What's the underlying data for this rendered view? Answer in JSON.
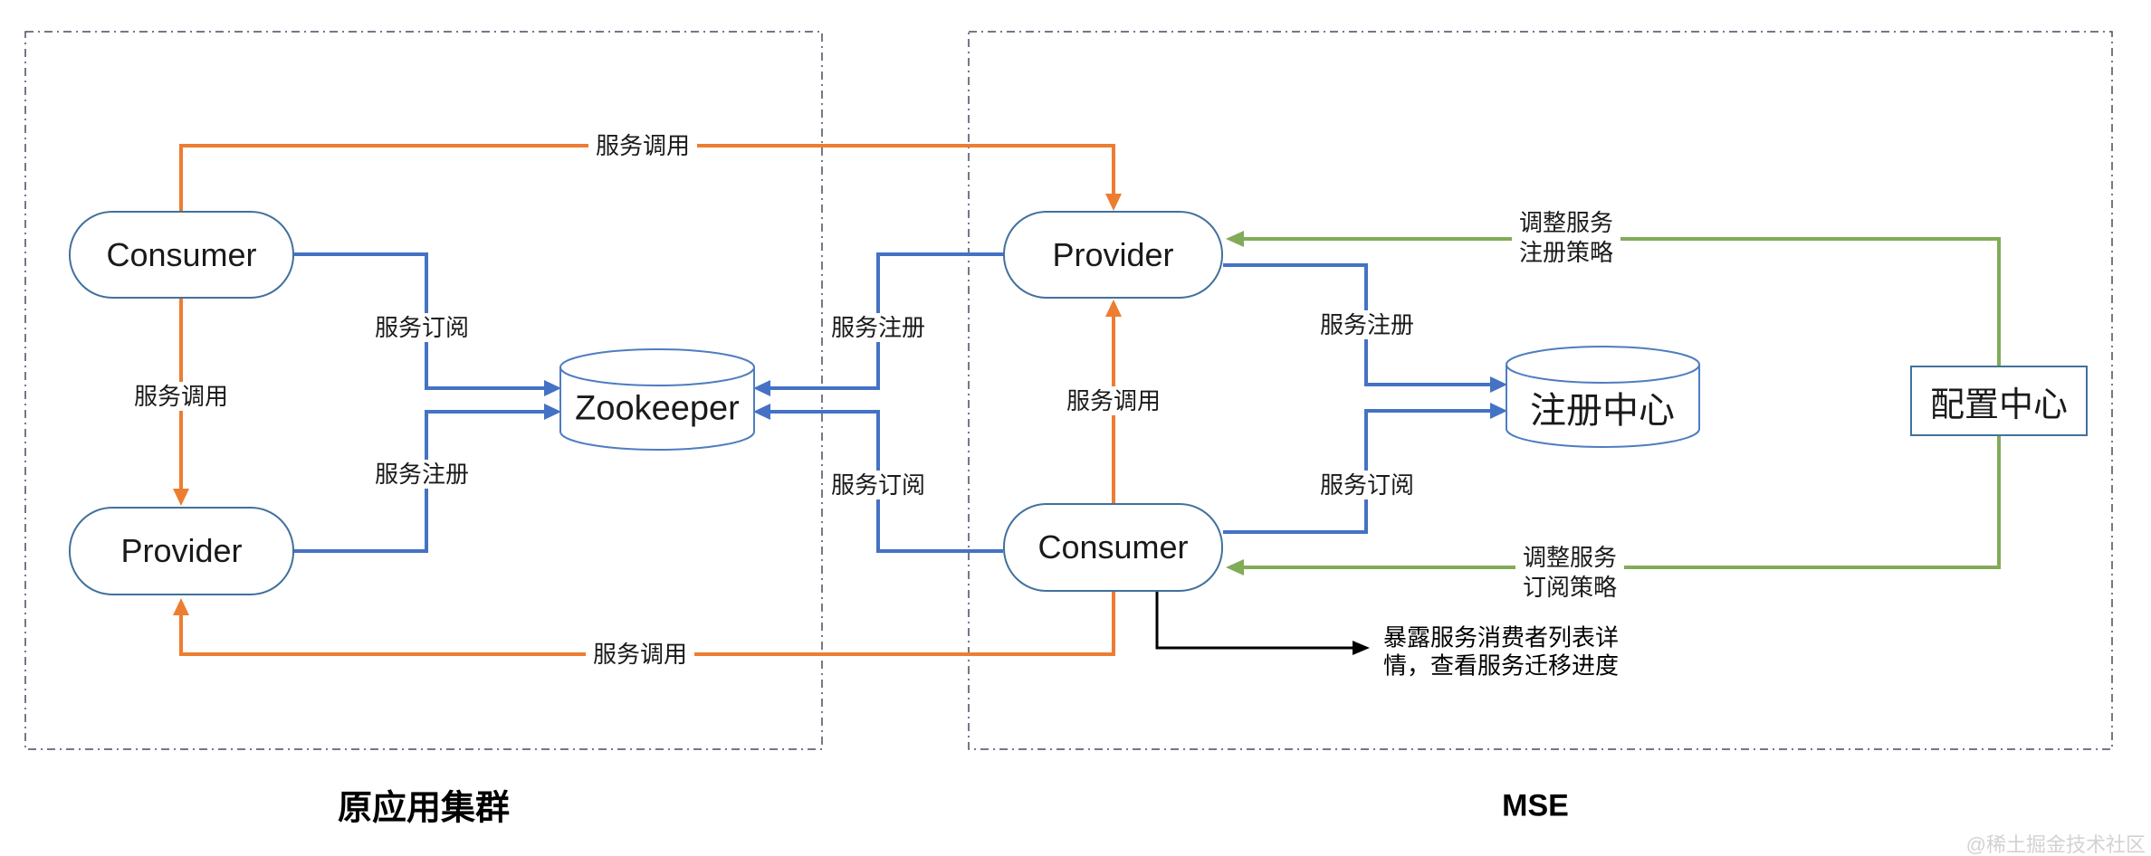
{
  "colors": {
    "orange": "#ED7D31",
    "blue": "#4472C4",
    "green": "#82AB58",
    "node_border": "#41719C",
    "cylinder_border": "#4E7DC0",
    "dashed_border": "#454C63"
  },
  "clusters": {
    "left": {
      "title": "原应用集群"
    },
    "right": {
      "title": "MSE"
    }
  },
  "nodes": {
    "consumer_left": {
      "label": "Consumer"
    },
    "provider_left": {
      "label": "Provider"
    },
    "zookeeper": {
      "label": "Zookeeper"
    },
    "provider_right": {
      "label": "Provider"
    },
    "consumer_right": {
      "label": "Consumer"
    },
    "registry": {
      "label": "注册中心"
    },
    "config": {
      "label": "配置中心"
    }
  },
  "edges": {
    "top_call": {
      "label": "服务调用"
    },
    "left_call": {
      "label": "服务调用"
    },
    "right_call": {
      "label": "服务调用"
    },
    "bottom_call": {
      "label": "服务调用"
    },
    "left_subscribe": {
      "label": "服务订阅"
    },
    "left_register": {
      "label": "服务注册"
    },
    "mid_register": {
      "label": "服务注册"
    },
    "mid_subscribe": {
      "label": "服务订阅"
    },
    "mse_register": {
      "label": "服务注册"
    },
    "mse_subscribe": {
      "label": "服务订阅"
    },
    "adjust_register": {
      "line1": "调整服务",
      "line2": "注册策略"
    },
    "adjust_subscribe": {
      "line1": "调整服务",
      "line2": "订阅策略"
    }
  },
  "annotation": {
    "line1": "暴露服务消费者列表详",
    "line2": "情，查看服务迁移进度"
  },
  "watermark": "@稀土掘金技术社区"
}
